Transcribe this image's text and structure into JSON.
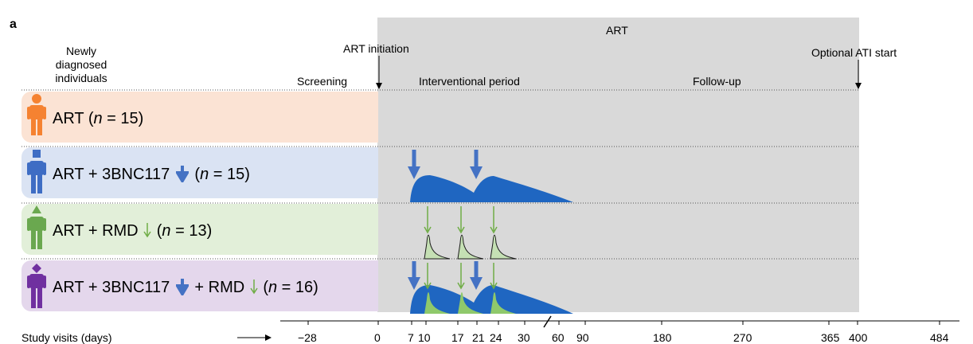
{
  "panel_label": "a",
  "header": {
    "cohort": "Newly diagnosed individuals",
    "cohort_lines": [
      "Newly",
      "diagnosed",
      "individuals"
    ],
    "art": "ART",
    "art_initiation": "ART initiation",
    "screening": "Screening",
    "interventional": "Interventional period",
    "followup": "Follow-up",
    "optional_ati": "Optional ATI start"
  },
  "groups": [
    {
      "pre": "ART (",
      "n_var": "n",
      "post": " = 15)",
      "color": "#f58231",
      "bg": "#fbe3d4",
      "shape": "circle"
    },
    {
      "pre": "ART + 3BNC117",
      "n_var": "n",
      "post": " = 15)",
      "open": " (",
      "color": "#3e6dc4",
      "bg": "#dae3f3",
      "shape": "square",
      "arrow": "bnc"
    },
    {
      "pre": "ART + RMD",
      "n_var": "n",
      "post": " = 13)",
      "open": " (",
      "color": "#6aa84f",
      "bg": "#e2efd9",
      "shape": "triangle",
      "arrow": "rmd"
    },
    {
      "pre": "ART + 3BNC117",
      "mid": " + RMD",
      "n_var": "n",
      "post": " = 16)",
      "open": " (",
      "color": "#7030a0",
      "bg": "#e4d7ec",
      "shape": "diamond"
    }
  ],
  "axis": {
    "label": "Study visits (days)",
    "ticks": [
      "−28",
      "0",
      "7",
      "10",
      "17",
      "21",
      "24",
      "30",
      "60",
      "90",
      "180",
      "270",
      "365",
      "400",
      "484"
    ]
  },
  "colors": {
    "art_region": "#d9d9d9",
    "bnc_blue": "#1f66c1",
    "bnc_arrow": "#4472c4",
    "rmd_green": "#70ad47",
    "rmd_fill": "#c5e0b4"
  }
}
